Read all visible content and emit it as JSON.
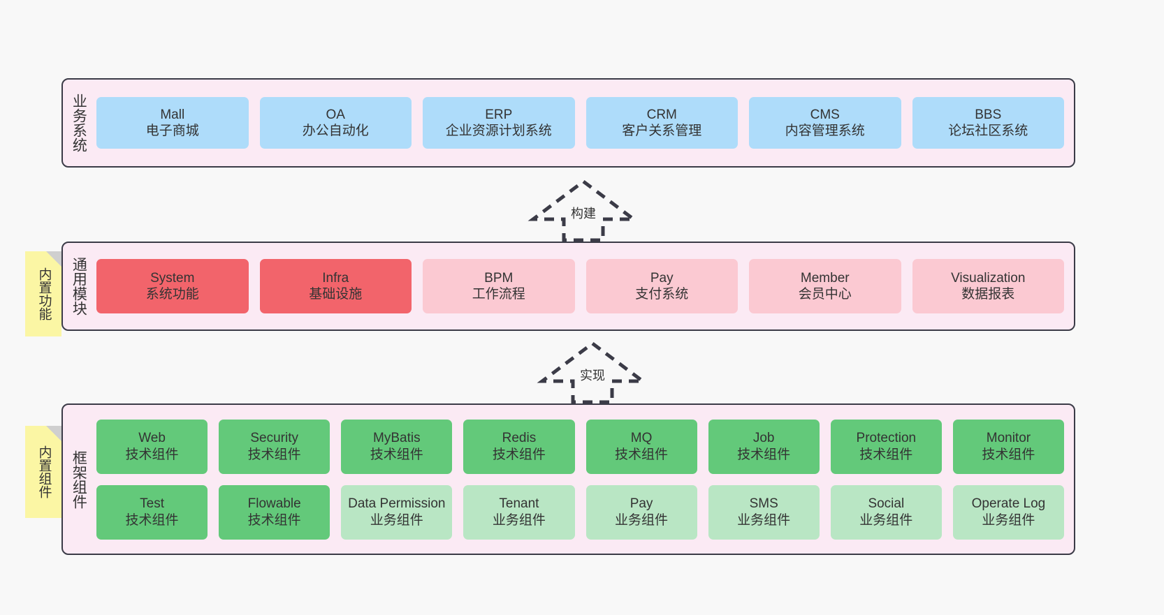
{
  "diagram": {
    "title": "",
    "background": "#f8f8f8",
    "panel_fill": "#fbeaf4",
    "panel_border": "#3b3b47",
    "note_fill": "#fbf6a4",
    "colors": {
      "business_system": "#aedcfa",
      "core_module": "#f2646b",
      "optional_module": "#fbc9d2",
      "tech_component": "#63c97a",
      "business_component": "#b9e6c4"
    }
  },
  "layers": {
    "business": {
      "title": "业务系统",
      "items": [
        {
          "name": "Mall",
          "desc": "电子商城",
          "color": "blue"
        },
        {
          "name": "OA",
          "desc": "办公自动化",
          "color": "blue"
        },
        {
          "name": "ERP",
          "desc": "企业资源计划系统",
          "color": "blue"
        },
        {
          "name": "CRM",
          "desc": "客户关系管理",
          "color": "blue"
        },
        {
          "name": "CMS",
          "desc": "内容管理系统",
          "color": "blue"
        },
        {
          "name": "BBS",
          "desc": "论坛社区系统",
          "color": "blue"
        }
      ]
    },
    "common": {
      "title": "通用模块",
      "items": [
        {
          "name": "System",
          "desc": "系统功能",
          "color": "red"
        },
        {
          "name": "Infra",
          "desc": "基础设施",
          "color": "red"
        },
        {
          "name": "BPM",
          "desc": "工作流程",
          "color": "pink"
        },
        {
          "name": "Pay",
          "desc": "支付系统",
          "color": "pink"
        },
        {
          "name": "Member",
          "desc": "会员中心",
          "color": "pink"
        },
        {
          "name": "Visualization",
          "desc": "数据报表",
          "color": "pink"
        }
      ]
    },
    "framework": {
      "title": "框架组件",
      "row1": [
        {
          "name": "Web",
          "desc": "技术组件",
          "color": "green"
        },
        {
          "name": "Security",
          "desc": "技术组件",
          "color": "green"
        },
        {
          "name": "MyBatis",
          "desc": "技术组件",
          "color": "green"
        },
        {
          "name": "Redis",
          "desc": "技术组件",
          "color": "green"
        },
        {
          "name": "MQ",
          "desc": "技术组件",
          "color": "green"
        },
        {
          "name": "Job",
          "desc": "技术组件",
          "color": "green"
        },
        {
          "name": "Protection",
          "desc": "技术组件",
          "color": "green"
        },
        {
          "name": "Monitor",
          "desc": "技术组件",
          "color": "green"
        }
      ],
      "row2": [
        {
          "name": "Test",
          "desc": "技术组件",
          "color": "green"
        },
        {
          "name": "Flowable",
          "desc": "技术组件",
          "color": "green"
        },
        {
          "name": "Data Permission",
          "desc": "业务组件",
          "color": "lightgreen"
        },
        {
          "name": "Tenant",
          "desc": "业务组件",
          "color": "lightgreen"
        },
        {
          "name": "Pay",
          "desc": "业务组件",
          "color": "lightgreen"
        },
        {
          "name": "SMS",
          "desc": "业务组件",
          "color": "lightgreen"
        },
        {
          "name": "Social",
          "desc": "业务组件",
          "color": "lightgreen"
        },
        {
          "name": "Operate Log",
          "desc": "业务组件",
          "color": "lightgreen"
        }
      ]
    }
  },
  "notes": {
    "builtin_features": "内置功能",
    "builtin_components": "内置组件"
  },
  "connectors": {
    "build": "构建",
    "implement": "实现"
  }
}
